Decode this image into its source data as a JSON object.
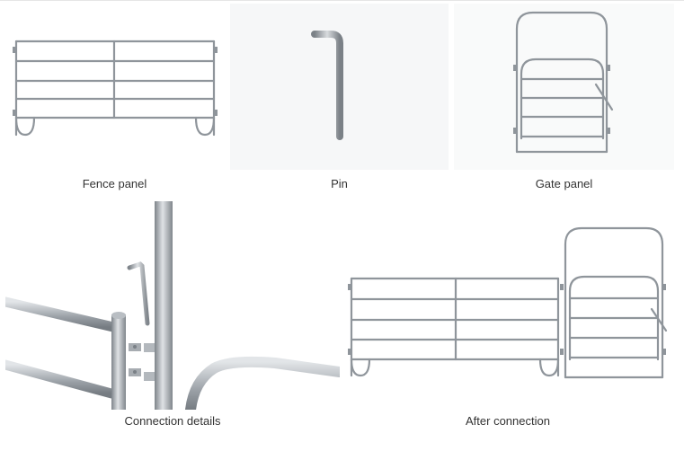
{
  "captions": {
    "fence_panel": "Fence panel",
    "pin": "Pin",
    "gate_panel": "Gate panel",
    "connection_details": "Connection details",
    "after_connection": "After connection"
  },
  "colors": {
    "steel": "#9aa0a6",
    "steel_light": "#c9cdd1",
    "steel_dark": "#6f757b",
    "bg_tile": "#f6f7f8"
  }
}
